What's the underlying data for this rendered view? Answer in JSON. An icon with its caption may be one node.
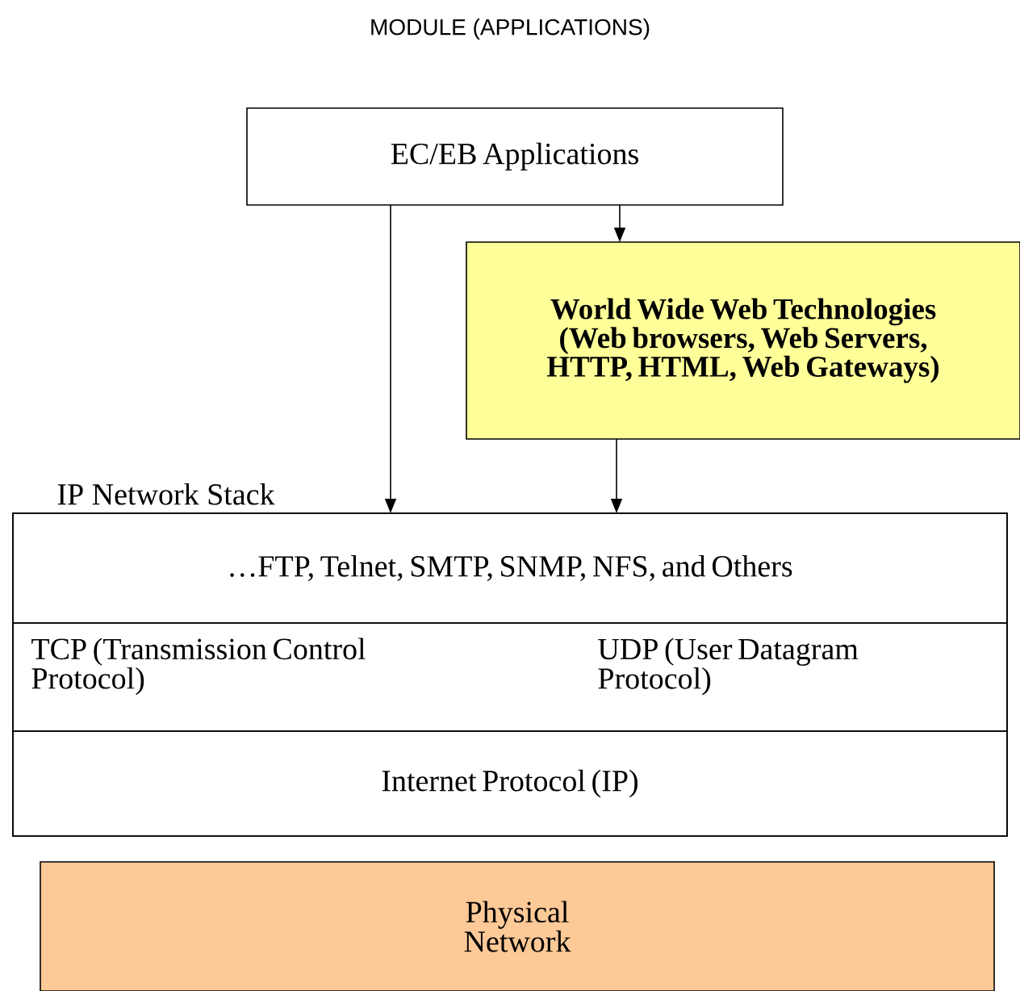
{
  "diagram": {
    "title": "MODULE (APPLICATIONS)",
    "nodes": [
      {
        "text": [
          "EC/EB Applications"
        ]
      },
      {
        "text": [
          "World Wide Web Technologies (Web browsers, Web Servers, HTTP, HTML, Web Gateways)"
        ]
      },
      {
        "text": [
          "IP Network Stack"
        ]
      },
      {
        "text": [
          "…FTP, Telnet, SMTP, SNMP, NFS, and Others"
        ],
        "in": 2
      },
      {
        "text": [
          "TCP (Transmission Control Protocol)",
          "UDP (User Datagram Protocol)"
        ],
        "in": 2
      },
      {
        "text": [
          "Internet Protocol (IP)"
        ],
        "in": 2
      },
      {
        "text": [
          "Physical Network"
        ]
      }
    ],
    "edges": [
      {
        "from": 0,
        "to": 3,
        "arrow": "to"
      },
      {
        "from": 0,
        "to": 1,
        "arrow": "to"
      },
      {
        "from": 1,
        "to": 3,
        "arrow": "to"
      }
    ]
  }
}
